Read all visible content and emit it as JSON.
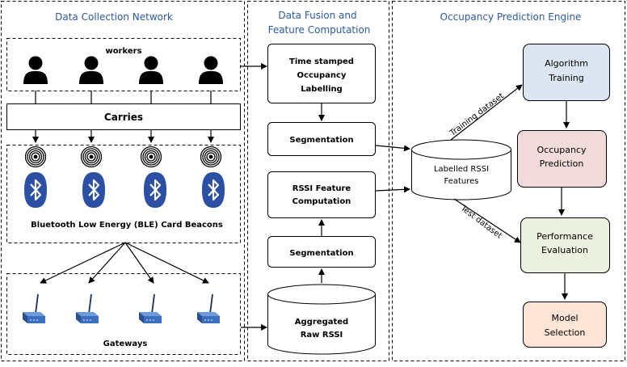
{
  "sections": {
    "collection": "Data Collection Network",
    "fusion_line1": "Data Fusion and",
    "fusion_line2": "Feature Computation",
    "prediction": "Occupancy Prediction Engine"
  },
  "collection": {
    "workers_label": "workers",
    "carries_label": "Carries",
    "beacons_label": "Bluetooth Low Energy (BLE) Card Beacons",
    "gateways_label": "Gateways"
  },
  "fusion": {
    "time_stamped": [
      "Time stamped",
      "Occupancy",
      "Labelling"
    ],
    "segmentation_top": "Segmentation",
    "rssi_feature": [
      "RSSI Feature",
      "Computation"
    ],
    "segmentation_bottom": "Segmentation",
    "aggregated": [
      "Aggregated",
      "Raw RSSI"
    ]
  },
  "engine": {
    "labelled": [
      "Labelled RSSI",
      "Features"
    ],
    "training_dataset": "Training dataset",
    "test_dataset": "Test dataset",
    "algorithm": [
      "Algorithm",
      "Training"
    ],
    "occupancy": [
      "Occupancy",
      "Prediction"
    ],
    "performance": [
      "Performance",
      "Evaluation"
    ],
    "model": [
      "Model",
      "Selection"
    ]
  },
  "colors": {
    "section_title": "#2e5a9c",
    "algorithm_fill": "#dce6f2",
    "occupancy_fill": "#f2dcdb",
    "performance_fill": "#ebf1de",
    "model_fill": "#fce4d6",
    "bluetooth_blue": "#2b4fa3",
    "gateway_blue": "#3d6fbf"
  },
  "icons": [
    "person-icon",
    "wireless-signal-icon",
    "bluetooth-icon",
    "gateway-router-icon"
  ]
}
